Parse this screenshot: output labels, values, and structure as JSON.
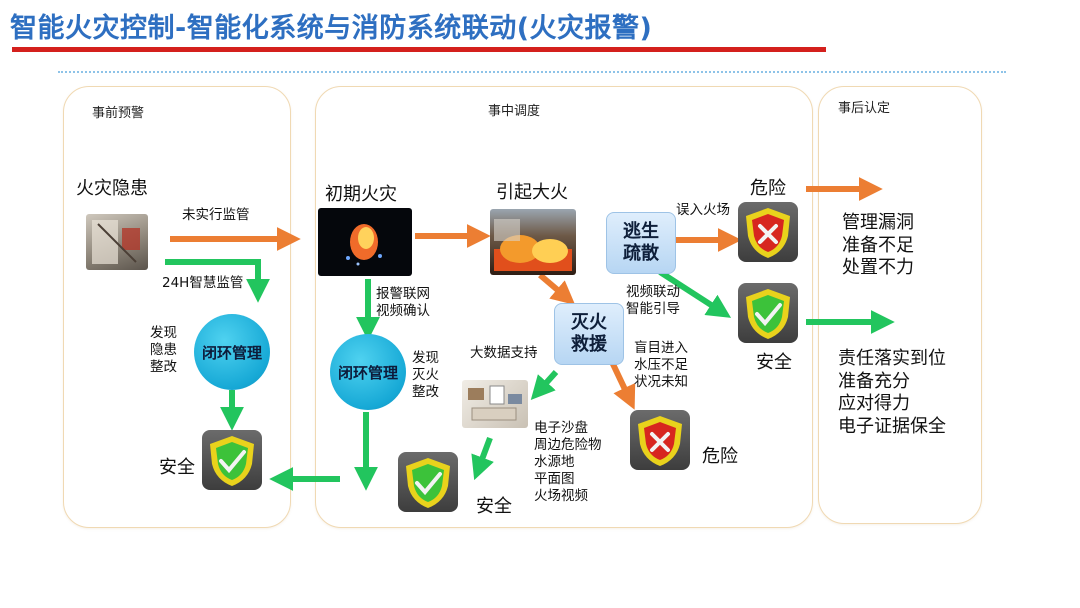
{
  "title": "智能火灾控制-智能化系统与消防系统联动(火灾报警)",
  "panels": {
    "pre": "事前预警",
    "mid": "事中调度",
    "post": "事后认定"
  },
  "nodes": {
    "hazard": "火灾隐患",
    "initial_fire": "初期火灾",
    "big_fire": "引起大火",
    "danger_top": "危险",
    "danger_mid": "危险",
    "safe_right": "安全",
    "safe_bottom": "安全",
    "safe_left": "安全",
    "evacuate": "逃生\n疏散",
    "rescue": "灭火\n救援",
    "loop_left": "闭环管理",
    "loop_mid": "闭环管理"
  },
  "labels": {
    "unsupervised": "未实行监管",
    "smart_supervision": "24H智慧监管",
    "discover_hazard": "发现\n隐患\n整改",
    "alarm_video": "报警联网\n视频确认",
    "discover_fire": "发现\n灭火\n整改",
    "mistaken_entry": "误入火场",
    "video_guide": "视频联动\n智能引导",
    "big_data": "大数据支持",
    "blind_entry": "盲目进入\n水压不足\n状况未知",
    "sandbox": "电子沙盘\n周边危险物\n水源地\n平面图\n火场视频"
  },
  "outcomes": {
    "bad": "管理漏洞\n准备不足\n处置不力",
    "good": "责任落实到位\n准备充分\n应对得力\n电子证据保全"
  },
  "colors": {
    "orange_arrow": "#ec7e33",
    "green_arrow": "#22c55e",
    "title_blue": "#2e6fc1",
    "accent_red": "#d4201d"
  }
}
